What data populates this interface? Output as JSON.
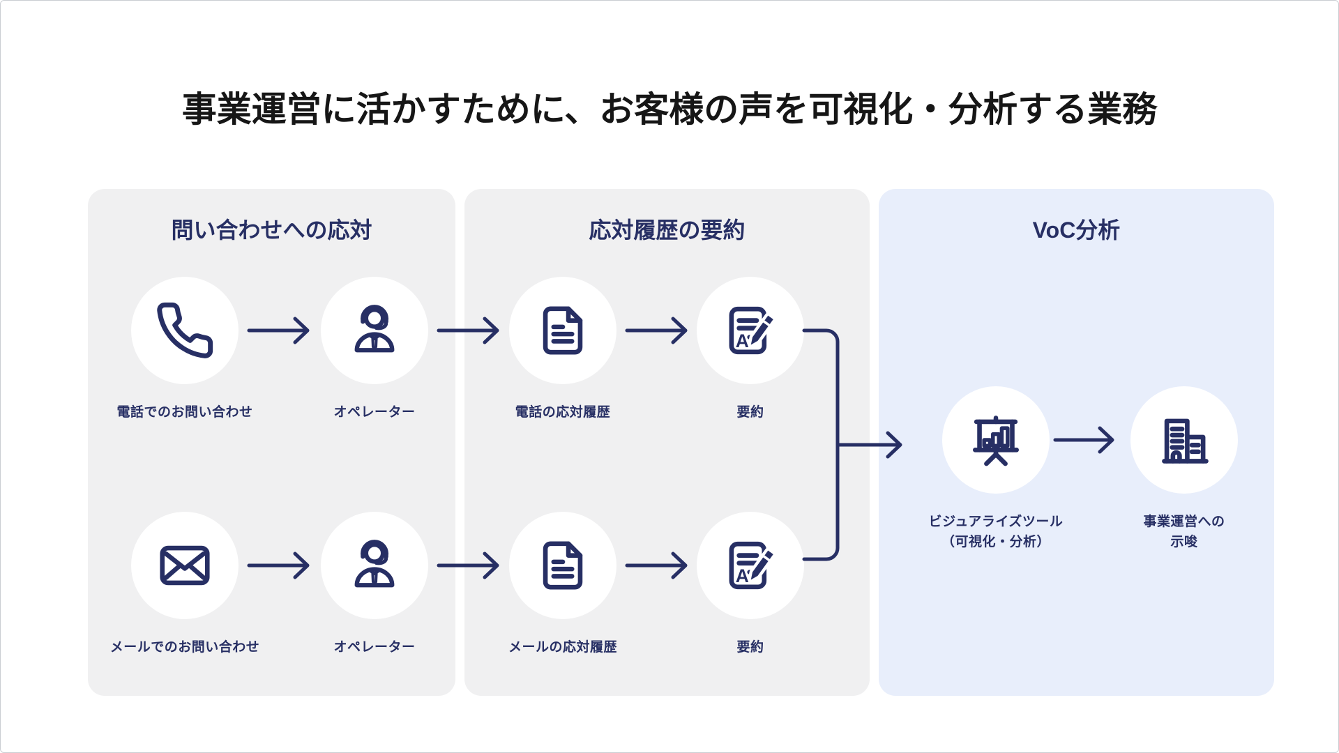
{
  "page": {
    "title": "事業運営に活かすために、お客様の声を可視化・分析する業務"
  },
  "colors": {
    "navy": "#272f64",
    "panel_gray": "#f0f0f1",
    "panel_blue": "#e8eefb",
    "circle_white": "#ffffff",
    "title_black": "#161616"
  },
  "panels": [
    {
      "id": "inquiry",
      "label": "問い合わせへの応対"
    },
    {
      "id": "summary",
      "label": "応対履歴の要約"
    },
    {
      "id": "voc",
      "label": "VoC分析"
    }
  ],
  "nodes": [
    {
      "id": "phone-inquiry",
      "icon": "phone-icon",
      "label": "電話でのお問い合わせ"
    },
    {
      "id": "operator-top",
      "icon": "operator-icon",
      "label": "オペレーター"
    },
    {
      "id": "phone-history",
      "icon": "document-icon",
      "label": "電話の応対履歴"
    },
    {
      "id": "summary-top",
      "icon": "summarize-icon",
      "label": "要約"
    },
    {
      "id": "mail-inquiry",
      "icon": "mail-icon",
      "label": "メールでのお問い合わせ"
    },
    {
      "id": "operator-bottom",
      "icon": "operator-icon",
      "label": "オペレーター"
    },
    {
      "id": "mail-history",
      "icon": "document-icon",
      "label": "メールの応対履歴"
    },
    {
      "id": "summary-bottom",
      "icon": "summarize-icon",
      "label": "要約"
    },
    {
      "id": "visualize-tool",
      "icon": "presentation-chart-icon",
      "label": "ビジュアライズツール\n（可視化・分析）"
    },
    {
      "id": "business-insight",
      "icon": "office-building-icon",
      "label": "事業運営への\n示唆"
    }
  ]
}
